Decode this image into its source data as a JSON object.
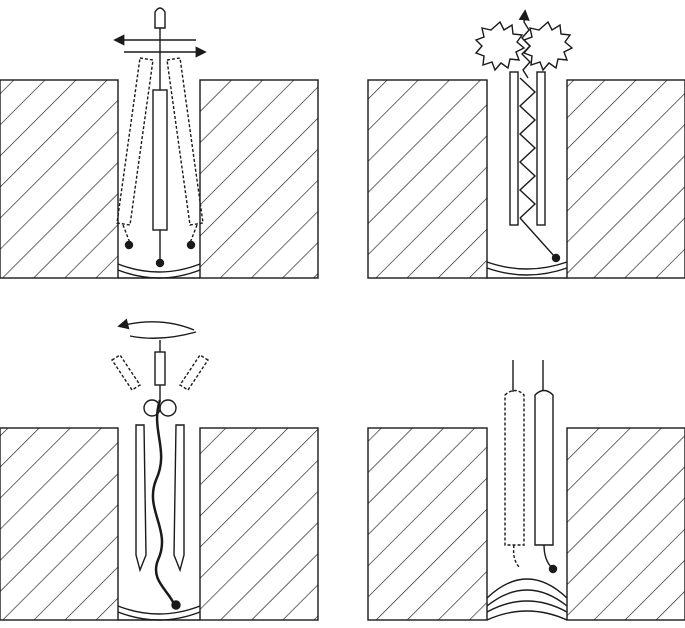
{
  "colors": {
    "stroke": "#1a1a1a",
    "background": "#ffffff"
  },
  "panels": [
    {
      "id": "top-left",
      "icon": "swinging-probe"
    },
    {
      "id": "top-right",
      "icon": "vibrating-probe"
    },
    {
      "id": "bottom-left",
      "icon": "rotating-flexible-probe"
    },
    {
      "id": "bottom-right",
      "icon": "offset-probes"
    }
  ]
}
